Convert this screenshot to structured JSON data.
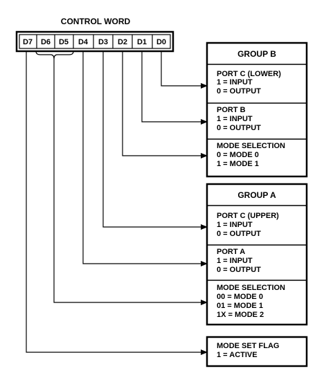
{
  "control_word": {
    "title": "CONTROL WORD",
    "bits": [
      "D7",
      "D6",
      "D5",
      "D4",
      "D3",
      "D2",
      "D1",
      "D0"
    ]
  },
  "group_b": {
    "header": "GROUP B",
    "port_c_lower": [
      "PORT C (LOWER)",
      "1 = INPUT",
      "0 = OUTPUT"
    ],
    "port_b": [
      "PORT B",
      "1 = INPUT",
      "0 = OUTPUT"
    ],
    "mode_selection": [
      "MODE SELECTION",
      "0 = MODE 0",
      "1 = MODE 1"
    ]
  },
  "group_a": {
    "header": "GROUP A",
    "port_c_upper": [
      "PORT C (UPPER)",
      "1 = INPUT",
      "0 = OUTPUT"
    ],
    "port_a": [
      "PORT A",
      "1 = INPUT",
      "0 = OUTPUT"
    ],
    "mode_selection": [
      "MODE SELECTION",
      "00 = MODE 0",
      "01 = MODE 1",
      "1X = MODE 2"
    ]
  },
  "mode_set_flag": [
    "MODE SET FLAG",
    "1 = ACTIVE"
  ],
  "colors": {
    "line": "#000000",
    "background": "#ffffff"
  }
}
